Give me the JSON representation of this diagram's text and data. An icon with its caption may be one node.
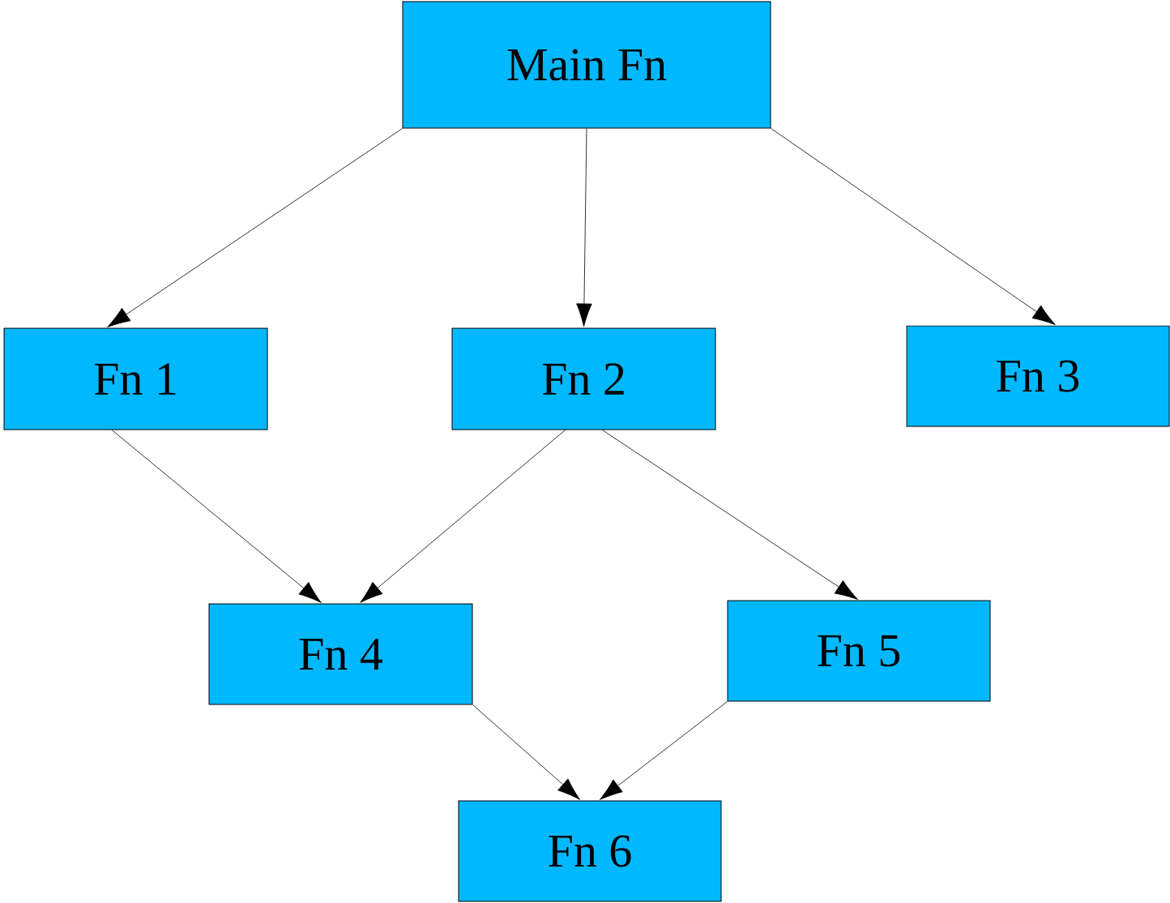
{
  "diagram": {
    "nodes": [
      {
        "text": [
          "Main Fn"
        ]
      },
      {
        "text": [
          "Fn 1"
        ]
      },
      {
        "text": [
          "Fn 2"
        ]
      },
      {
        "text": [
          "Fn 3"
        ]
      },
      {
        "text": [
          "Fn 4"
        ]
      },
      {
        "text": [
          "Fn 5"
        ]
      },
      {
        "text": [
          "Fn 6"
        ]
      }
    ],
    "edges": [
      {
        "from": 0,
        "to": 1,
        "arrow": "to"
      },
      {
        "from": 0,
        "to": 2,
        "arrow": "to"
      },
      {
        "from": 0,
        "to": 3,
        "arrow": "to"
      },
      {
        "from": 1,
        "to": 4,
        "arrow": "to"
      },
      {
        "from": 2,
        "to": 4,
        "arrow": "to"
      },
      {
        "from": 2,
        "to": 5,
        "arrow": "to"
      },
      {
        "from": 4,
        "to": 6,
        "arrow": "to"
      },
      {
        "from": 5,
        "to": 6,
        "arrow": "to"
      }
    ]
  }
}
